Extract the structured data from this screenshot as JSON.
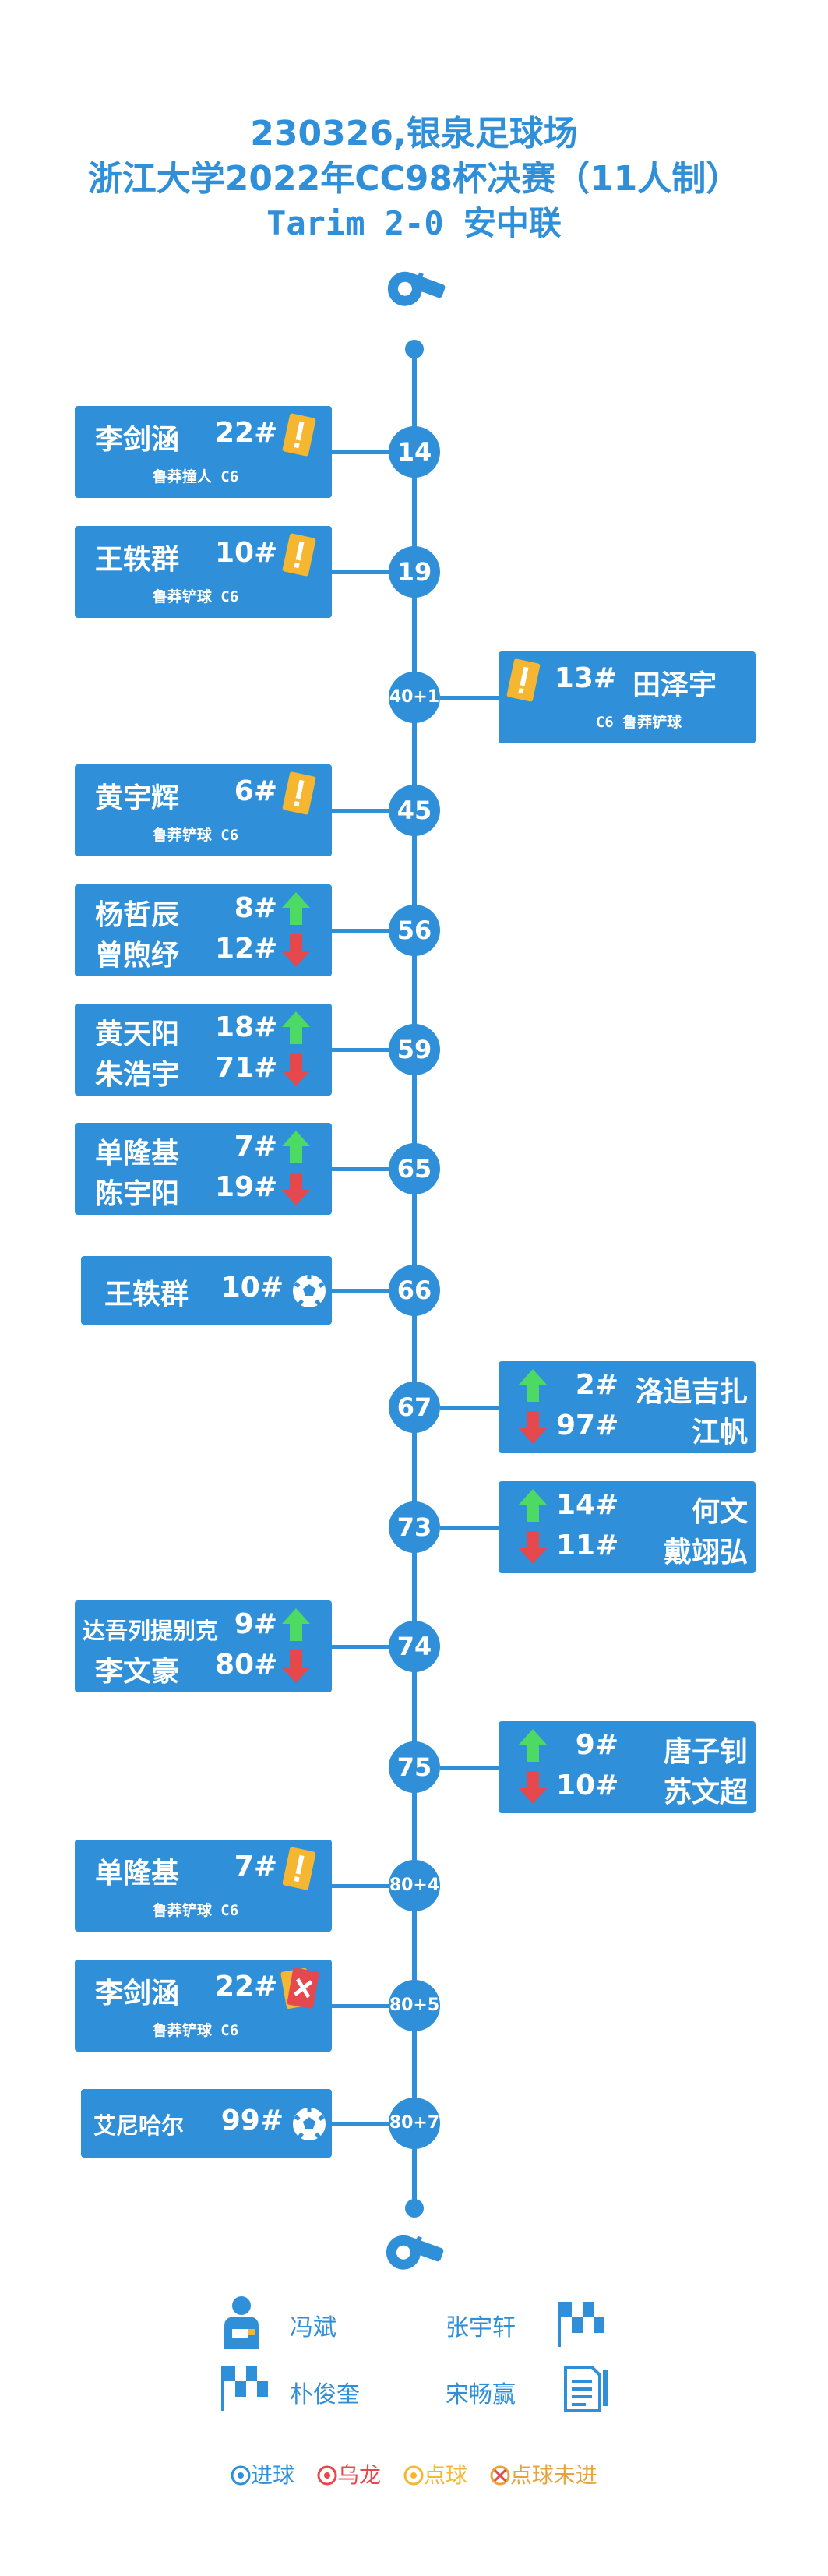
{
  "header": {
    "line1": "230326,银泉足球场",
    "line2": "浙江大学2022年CC98杯决赛（11人制）",
    "line3": "Tarim 2-0 安中联"
  },
  "events": [
    {
      "minute": "14",
      "side": "left",
      "type": "yellow",
      "player": "李剑涵",
      "number": "22#",
      "note": "鲁莽撞人 C6"
    },
    {
      "minute": "19",
      "side": "left",
      "type": "yellow",
      "player": "王轶群",
      "number": "10#",
      "note": "鲁莽铲球 C6"
    },
    {
      "minute": "40+1",
      "side": "right",
      "type": "yellow",
      "player": "田泽宇",
      "number": "13#",
      "note": "C6 鲁莽铲球"
    },
    {
      "minute": "45",
      "side": "left",
      "type": "yellow",
      "player": "黄宇辉",
      "number": "6#",
      "note": "鲁莽铲球 C6"
    },
    {
      "minute": "56",
      "side": "left",
      "type": "sub",
      "in_player": "杨哲辰",
      "in_number": "8#",
      "out_player": "曾煦纾",
      "out_number": "12#"
    },
    {
      "minute": "59",
      "side": "left",
      "type": "sub",
      "in_player": "黄天阳",
      "in_number": "18#",
      "out_player": "朱浩宇",
      "out_number": "71#"
    },
    {
      "minute": "65",
      "side": "left",
      "type": "sub",
      "in_player": "单隆基",
      "in_number": "7#",
      "out_player": "陈宇阳",
      "out_number": "19#"
    },
    {
      "minute": "66",
      "side": "left",
      "type": "goal",
      "player": "王轶群",
      "number": "10#"
    },
    {
      "minute": "67",
      "side": "right",
      "type": "sub",
      "in_player": "洛追吉扎",
      "in_number": "2#",
      "out_player": "江帆",
      "out_number": "97#"
    },
    {
      "minute": "73",
      "side": "right",
      "type": "sub",
      "in_player": "何文",
      "in_number": "14#",
      "out_player": "戴翊弘",
      "out_number": "11#"
    },
    {
      "minute": "74",
      "side": "left",
      "type": "sub",
      "in_player": "达吾列提别克",
      "in_number": "9#",
      "out_player": "李文豪",
      "out_number": "80#"
    },
    {
      "minute": "75",
      "side": "right",
      "type": "sub",
      "in_player": "唐子钊",
      "in_number": "9#",
      "out_player": "苏文超",
      "out_number": "10#"
    },
    {
      "minute": "80+4",
      "side": "left",
      "type": "yellow",
      "player": "单隆基",
      "number": "7#",
      "note": "鲁莽铲球 C6"
    },
    {
      "minute": "80+5",
      "side": "left",
      "type": "second-yellow",
      "player": "李剑涵",
      "number": "22#",
      "note": "鲁莽铲球 C6"
    },
    {
      "minute": "80+7",
      "side": "left",
      "type": "goal",
      "player": "艾尼哈尔",
      "number": "99#"
    }
  ],
  "officials": {
    "referee": "冯斌",
    "ar1": "张宇轩",
    "ar2": "朴俊奎",
    "fourth": "宋畅赢"
  },
  "legend": {
    "goal": "进球",
    "own_goal": "乌龙",
    "penalty": "点球",
    "penalty_missed": "点球未进"
  },
  "colors": {
    "primary": "#2f8fd8",
    "yellow_card": "#f5b731",
    "red_card": "#e5484d",
    "sub_in": "#4cd964",
    "sub_out": "#e5484d",
    "own_goal": "#e5484d",
    "penalty": "#f5b731",
    "penalty_missed": "#e8a33d"
  }
}
